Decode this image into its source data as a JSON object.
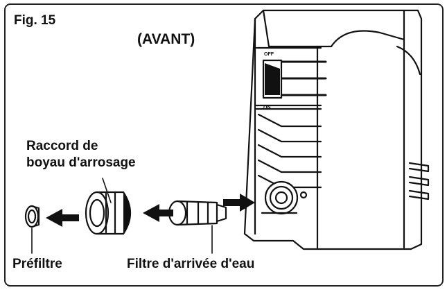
{
  "figure": {
    "number_label": "Fig. 15",
    "view_label": "(AVANT)"
  },
  "switch": {
    "off_label": "OFF",
    "on_label": "ON"
  },
  "callouts": {
    "coupling_line1": "Raccord de",
    "coupling_line2": "boyau d'arrosage",
    "prefilter": "Préfiltre",
    "inlet_filter": "Filtre d'arrivée d'eau"
  },
  "colors": {
    "ink": "#111111",
    "frame": "#222222",
    "background": "#ffffff"
  }
}
